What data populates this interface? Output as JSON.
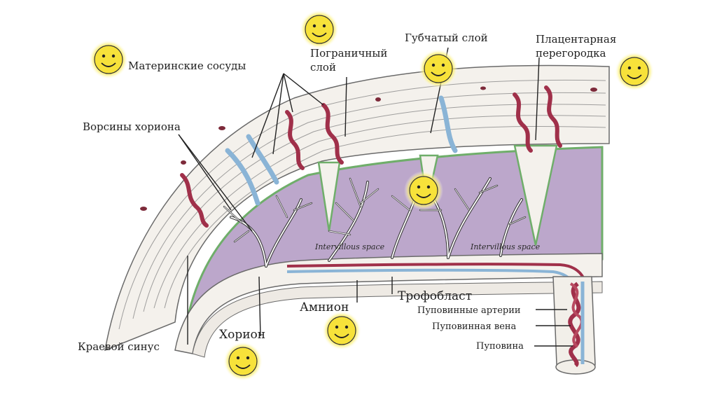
{
  "labels": {
    "maternal_vessels": "Материнские сосуды",
    "border_layer_line1": "Пограничный",
    "border_layer_line2": "слой",
    "spongy_layer": "Губчатый слой",
    "placental_septum_line1": "Плацентарная",
    "placental_septum_line2": "перегородка",
    "chorionic_villi": "Ворсины хориона",
    "intervillous_space_1": "Intervillous space",
    "intervillous_space_2": "Intervillous space",
    "trophoblast": "Трофобласт",
    "amnion": "Амнион",
    "umbilical_arteries": "Пуповинные артерии",
    "umbilical_vein": "Пуповинная вена",
    "umbilical_cord": "Пуповина",
    "chorion": "Хорион",
    "marginal_sinus": "Краевой синус"
  },
  "colors": {
    "artery": "#a0304a",
    "vein": "#8ab4d6",
    "intervillous": "#b9a3c8",
    "trophoblast_green": "#7fb07a",
    "tissue": "#f3f0ec",
    "smiley": "#f7e23a"
  },
  "icons": [
    "smiley-icon",
    "smiley-icon",
    "smiley-icon",
    "smiley-icon",
    "smiley-icon",
    "smiley-icon",
    "smiley-icon"
  ]
}
